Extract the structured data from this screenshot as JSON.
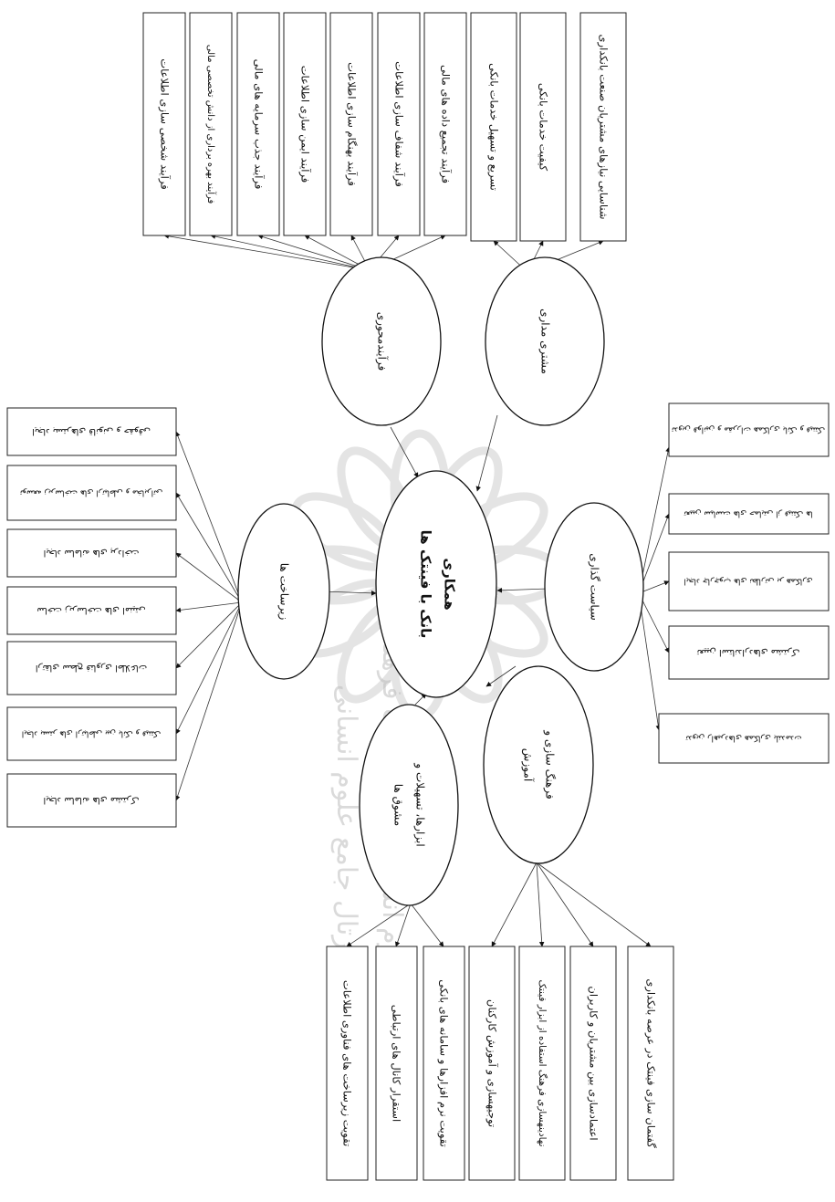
{
  "center": {
    "line1": "همکاری",
    "line2": "بانک با فینتک ها"
  },
  "clusters": {
    "customer": {
      "label": "مشتری مداری",
      "boxes": [
        "شناسایی نیازهای مشتریان صنعت بانکداری",
        "کیفیت خدمات بانکی",
        "تسریع و تسهیل خدمات بانکی"
      ]
    },
    "process": {
      "label": "فرآیندمحوری",
      "boxes": [
        "فرآیند تجمیع داده های مالی",
        "فرآیند شفاف سازی اطلاعات",
        "فرآیند بهنگام سازی اطلاعات",
        "فرآیند ایمن سازی اطلاعات",
        "فرآیند جذب سرمایه های مالی",
        "فرآیند بهره برداری از دانش تخصصی مالی",
        "فرآیند شخصی سازی اطلاعات"
      ]
    },
    "infrastructure": {
      "label": "زیرساخت ها",
      "boxes": [
        "ایجاد بسترهای قانونی و حقوقی",
        "توسعه زیرساخت های ارتباطی و مخابراتی",
        "ایجاد سامانه های پرداخت",
        "ساخت زیرساخت های امنیتی",
        "ارتقای سطح فناوری اطلاعات",
        "ایجاد بستر های ارتباطی بین بانک و فینتک",
        "ایجاد سامانه های مشترک"
      ]
    },
    "policy": {
      "label": "سیاست گذاری",
      "boxes": [
        "تدوین قوانین و مقررات همکاری بانک و فینتک",
        "تعیین سیاست های حمایتی از فینتک ها",
        "ایجاد چارچوب های نظارتی بر همکاری",
        "تعیین استانداردهای مشترک",
        "تدوین راهبردهای همکاری بلندمدت"
      ]
    },
    "culture": {
      "label_line1": "فرهنگ سازی و",
      "label_line2": "آموزش",
      "boxes": [
        "توجیهسازی و آموزش کارکنان",
        "نهادینهسازی فرهنگ استفاده از ابزار فینتک",
        "اعتمادسازی بین مشتریان و کاربران",
        "گفتمان سازی فینتک در عرصه بانکداری"
      ]
    },
    "tools": {
      "label_line1": "ابزارها، تسهیلات و",
      "label_line2": "مشوق ها",
      "boxes": [
        "تقویت زیرساخت های فناوری اطلاعات",
        "استقرار کانال های ارتباطی",
        "تقویت نرم افزارها و سامانه های بانکی"
      ]
    }
  },
  "watermark": {
    "line1": "پژوهشگاه علوم انسانی و مطالعات فرهنگی",
    "line2": "پرتال جامع علوم انسانی"
  }
}
